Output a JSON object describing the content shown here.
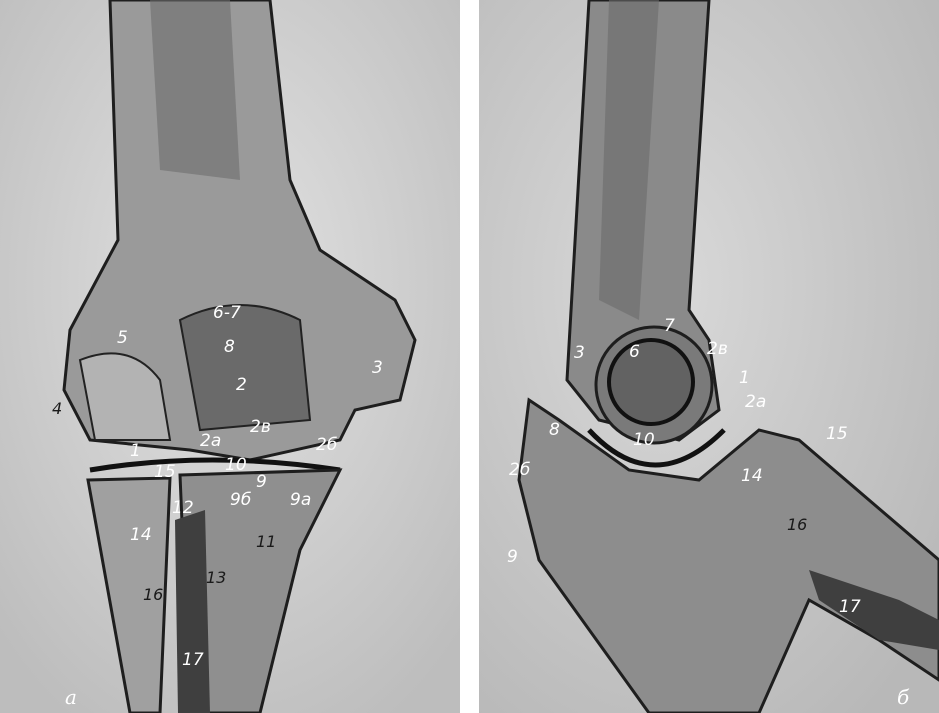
{
  "panels": {
    "a": {
      "letter": "а",
      "labels": {
        "l1": "1",
        "l2": "2",
        "l2a": "2а",
        "l2v": "2в",
        "l2b": "2б",
        "l3": "3",
        "l4": "4",
        "l5": "5",
        "l67": "6-7",
        "l8": "8",
        "l9": "9",
        "l9a": "9а",
        "l9b": "9б",
        "l10": "10",
        "l11": "11",
        "l12": "12",
        "l13": "13",
        "l14": "14",
        "l15": "15",
        "l16": "16",
        "l17": "17"
      }
    },
    "b": {
      "letter": "б",
      "labels": {
        "l1": "1",
        "l2v": "2в",
        "l2a": "2а",
        "l2b": "2б",
        "l3": "3",
        "l6": "6",
        "l7": "7",
        "l8": "8",
        "l9": "9",
        "l10": "10",
        "l14": "14",
        "l15": "15",
        "l16": "16",
        "l17": "17"
      }
    }
  },
  "colors": {
    "background": "#cfcfcf",
    "bone": "#8a8a8a",
    "outline": "#1e1e1e",
    "label": "#ffffff"
  }
}
